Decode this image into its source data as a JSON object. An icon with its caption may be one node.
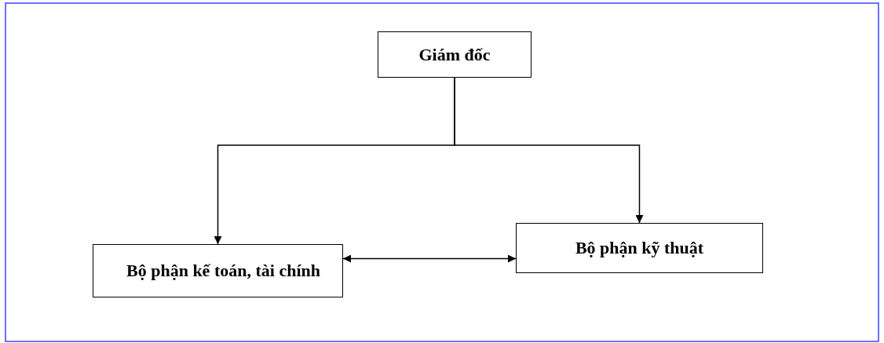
{
  "diagram": {
    "nodes": [
      {
        "text": [
          "Giám đốc"
        ]
      },
      {
        "text": [
          "Bộ phận kế toán, tài chính"
        ]
      },
      {
        "text": [
          "Bộ phận kỹ thuật"
        ]
      }
    ],
    "edges": [
      {
        "from": 0,
        "to": 1,
        "arrow": "to"
      },
      {
        "from": 0,
        "to": 2,
        "arrow": "to"
      },
      {
        "from": 1,
        "to": 2,
        "arrow": "both"
      }
    ]
  }
}
